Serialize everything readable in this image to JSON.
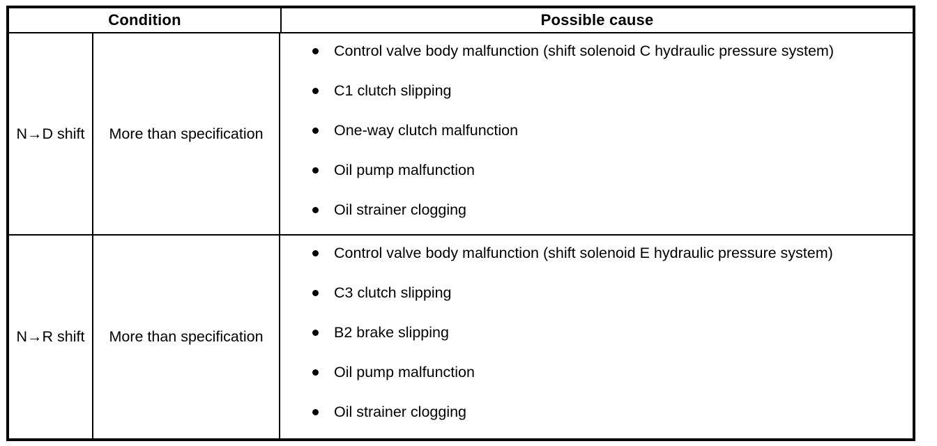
{
  "table": {
    "headers": {
      "condition": "Condition",
      "possible_cause": "Possible cause"
    },
    "rows": [
      {
        "shift": "N→D shift",
        "specification": "More than specification",
        "causes": [
          "Control valve body malfunction (shift solenoid C hydraulic pressure system)",
          "C1 clutch slipping",
          "One-way clutch malfunction",
          "Oil pump malfunction",
          "Oil strainer clogging"
        ]
      },
      {
        "shift": "N→R shift",
        "specification": "More than specification",
        "causes": [
          "Control valve body malfunction (shift solenoid E hydraulic pressure system)",
          "C3 clutch slipping",
          "B2 brake slipping",
          "Oil pump malfunction",
          "Oil strainer clogging"
        ]
      }
    ]
  },
  "colors": {
    "border": "#000000",
    "text": "#000000",
    "background": "#ffffff"
  }
}
